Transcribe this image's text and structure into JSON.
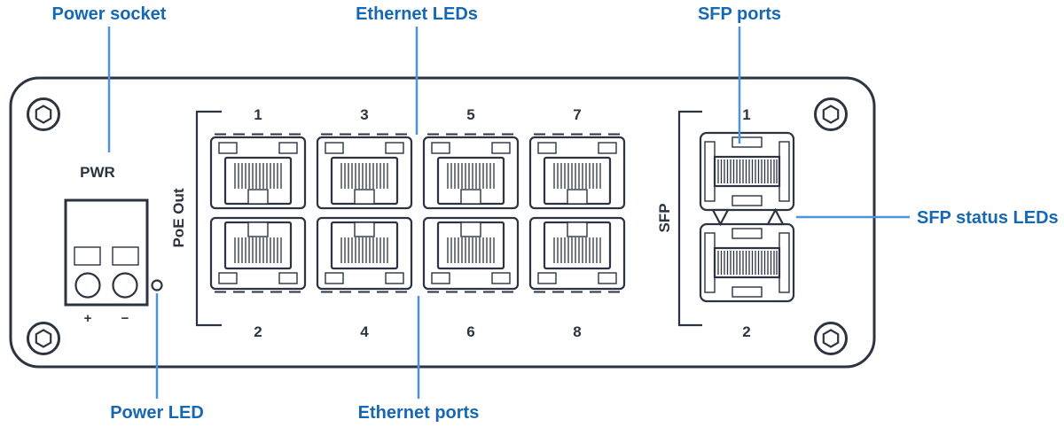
{
  "colors": {
    "label": "#1668b3",
    "leader": "#4d94d9",
    "outline": "#2b3440"
  },
  "callouts": {
    "power_socket": "Power socket",
    "ethernet_leds": "Ethernet LEDs",
    "sfp_ports": "SFP ports",
    "sfp_status_leds": "SFP status LEDs",
    "power_led": "Power LED",
    "ethernet_ports": "Ethernet ports"
  },
  "panel": {
    "power_socket_label": "PWR",
    "poe_group_label": "PoE Out",
    "sfp_group_label": "SFP",
    "power_plus": "+",
    "power_minus": "−",
    "ethernet_top_numbers": [
      "1",
      "3",
      "5",
      "7"
    ],
    "ethernet_bottom_numbers": [
      "2",
      "4",
      "6",
      "8"
    ],
    "sfp_top_number": "1",
    "sfp_bottom_number": "2"
  }
}
